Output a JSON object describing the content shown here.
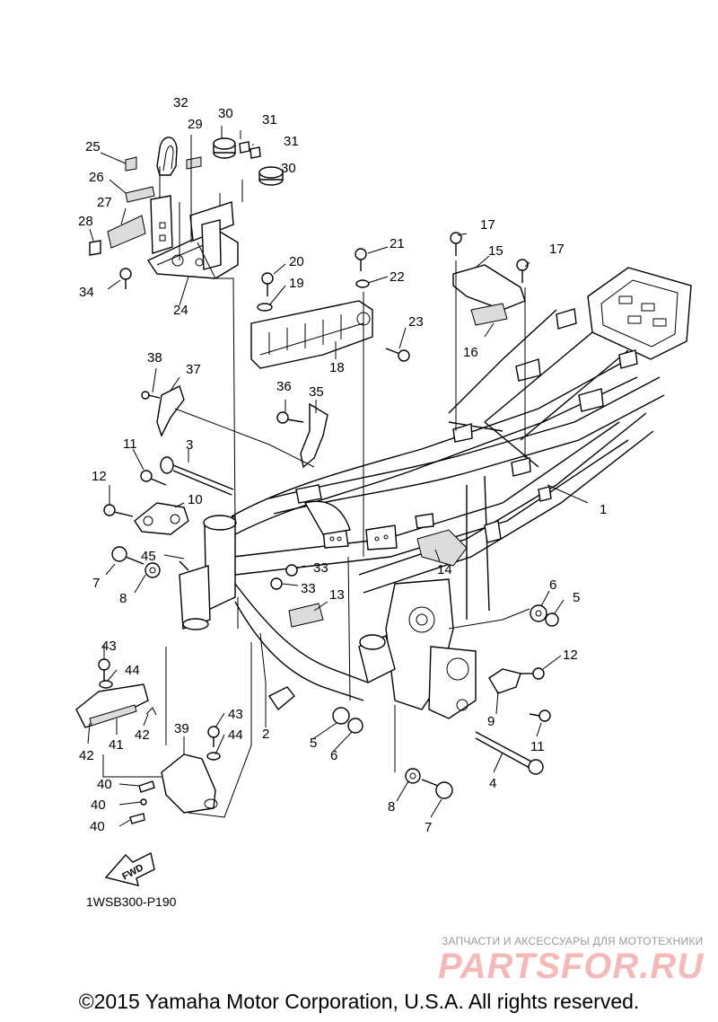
{
  "diagram_code": "1WSB300-P190",
  "fwd_label": "FWD",
  "watermark": {
    "tagline": "ЗАПЧАСТИ И АКСЕССУАРЫ ДЛЯ МОТОТЕХНИКИ",
    "brand": "PARTSFOR.RU"
  },
  "copyright": "©2015 Yamaha Motor Corporation, U.S.A. All rights reserved.",
  "callouts": {
    "c1": "1",
    "c2": "2",
    "c3": "3",
    "c4": "4",
    "c5a": "5",
    "c5b": "5",
    "c6a": "6",
    "c6b": "6",
    "c7a": "7",
    "c7b": "7",
    "c8a": "8",
    "c8b": "8",
    "c9": "9",
    "c10": "10",
    "c11a": "11",
    "c11b": "11",
    "c12a": "12",
    "c12b": "12",
    "c13": "13",
    "c14": "14",
    "c15": "15",
    "c16": "16",
    "c17a": "17",
    "c17b": "17",
    "c18": "18",
    "c19": "19",
    "c20": "20",
    "c21": "21",
    "c22": "22",
    "c23": "23",
    "c24": "24",
    "c25": "25",
    "c26": "26",
    "c27": "27",
    "c28": "28",
    "c29": "29",
    "c30a": "30",
    "c30b": "30",
    "c31a": "31",
    "c31b": "31",
    "c32": "32",
    "c33a": "33",
    "c33b": "33",
    "c34": "34",
    "c35": "35",
    "c36": "36",
    "c37": "37",
    "c38": "38",
    "c39": "39",
    "c40a": "40",
    "c40b": "40",
    "c40c": "40",
    "c41": "41",
    "c42a": "42",
    "c42b": "42",
    "c43a": "43",
    "c43b": "43",
    "c44a": "44",
    "c44b": "44",
    "c45": "45"
  }
}
